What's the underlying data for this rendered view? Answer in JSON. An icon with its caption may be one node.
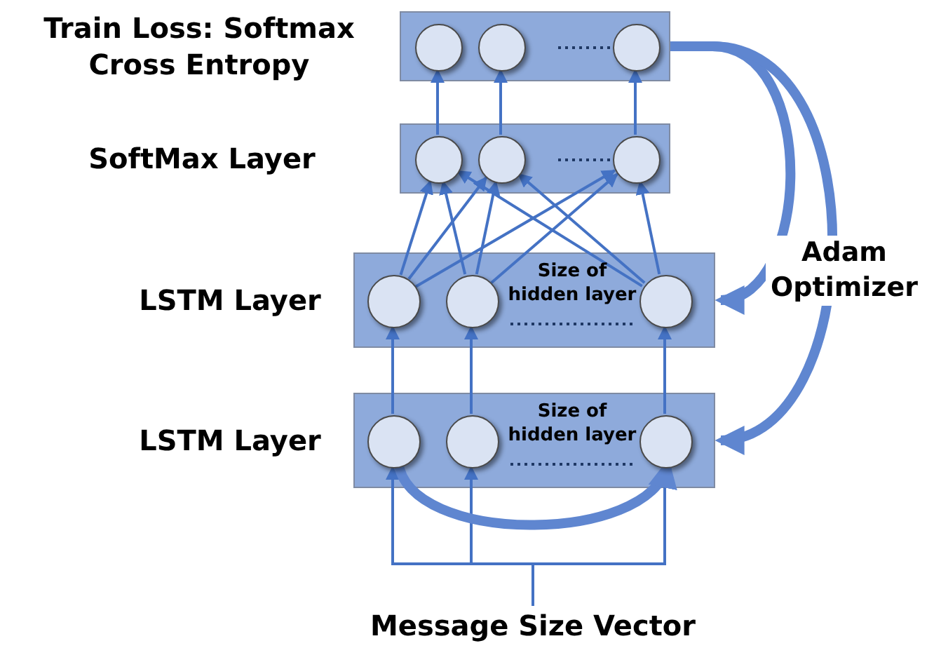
{
  "diagram": {
    "nodes": [
      {
        "text": [
          "Train Loss: Softmax Cross Entropy"
        ]
      },
      {
        "text": [],
        "shape": "circle",
        "in": 0
      },
      {
        "text": [],
        "shape": "circle",
        "in": 0
      },
      {
        "text": [],
        "shape": "circle",
        "in": 0
      },
      {
        "text": [
          "SoftMax Layer"
        ]
      },
      {
        "text": [],
        "shape": "circle",
        "in": 4
      },
      {
        "text": [],
        "shape": "circle",
        "in": 4
      },
      {
        "text": [],
        "shape": "circle",
        "in": 4
      },
      {
        "text": [
          "LSTM Layer",
          "Size of hidden layer"
        ]
      },
      {
        "text": [],
        "shape": "circle",
        "in": 8
      },
      {
        "text": [],
        "shape": "circle",
        "in": 8
      },
      {
        "text": [],
        "shape": "circle",
        "in": 8
      },
      {
        "text": [
          "LSTM Layer",
          "Size of hidden layer"
        ]
      },
      {
        "text": [],
        "shape": "circle",
        "in": 12
      },
      {
        "text": [],
        "shape": "circle",
        "in": 12
      },
      {
        "text": [],
        "shape": "circle",
        "in": 12
      },
      {
        "text": [
          "Message Size Vector"
        ]
      }
    ],
    "edges": [
      {
        "from": 16,
        "to": 13,
        "arrow": "to"
      },
      {
        "from": 16,
        "to": 14,
        "arrow": "to"
      },
      {
        "from": 16,
        "to": 15,
        "arrow": "to"
      },
      {
        "from": 13,
        "to": 9,
        "arrow": "to"
      },
      {
        "from": 14,
        "to": 10,
        "arrow": "to"
      },
      {
        "from": 15,
        "to": 11,
        "arrow": "to"
      },
      {
        "from": 9,
        "to": 5,
        "arrow": "to"
      },
      {
        "from": 9,
        "to": 6,
        "arrow": "to"
      },
      {
        "from": 9,
        "to": 7,
        "arrow": "to"
      },
      {
        "from": 10,
        "to": 5,
        "arrow": "to"
      },
      {
        "from": 10,
        "to": 6,
        "arrow": "to"
      },
      {
        "from": 10,
        "to": 7,
        "arrow": "to"
      },
      {
        "from": 11,
        "to": 5,
        "arrow": "to"
      },
      {
        "from": 11,
        "to": 6,
        "arrow": "to"
      },
      {
        "from": 11,
        "to": 7,
        "arrow": "to"
      },
      {
        "from": 5,
        "to": 1,
        "arrow": "to"
      },
      {
        "from": 6,
        "to": 2,
        "arrow": "to"
      },
      {
        "from": 7,
        "to": 3,
        "arrow": "to"
      },
      {
        "from": 13,
        "to": 15,
        "arrow": "to",
        "style": "thick"
      },
      {
        "from": 0,
        "to": 8,
        "arrow": "to",
        "style": "thick"
      },
      {
        "from": 0,
        "to": 12,
        "arrow": "to",
        "style": "thick"
      }
    ],
    "labels": [
      "Adam Optimizer"
    ]
  }
}
